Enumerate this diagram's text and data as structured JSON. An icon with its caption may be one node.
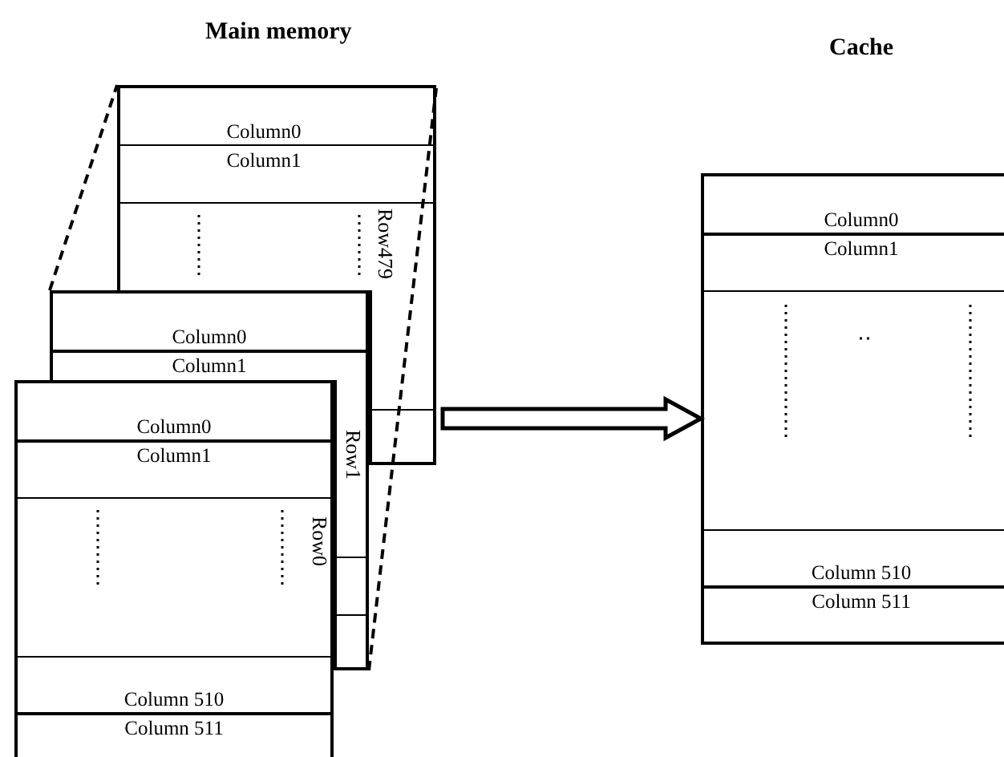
{
  "diagram": {
    "nodes": [
      {
        "text": [],
        "shape": "box"
      },
      {
        "text": [
          "Column0"
        ],
        "in": 0
      },
      {
        "text": [
          "Column1"
        ],
        "in": 0
      },
      {
        "text": [],
        "shape": "box"
      },
      {
        "text": [
          "Column0"
        ],
        "in": 3
      },
      {
        "text": [
          "Column1"
        ],
        "in": 3
      },
      {
        "text": [],
        "shape": "box"
      },
      {
        "text": [
          "Column0"
        ],
        "in": 6
      },
      {
        "text": [
          "Column1"
        ],
        "in": 6
      },
      {
        "text": [
          "Column 510"
        ],
        "in": 6
      },
      {
        "text": [
          "Column 511"
        ],
        "in": 6
      },
      {
        "text": [
          "Cache"
        ]
      },
      {
        "text": [
          "Column0"
        ],
        "in": 11
      },
      {
        "text": [
          "Column1"
        ],
        "in": 11
      },
      {
        "text": [
          "Column 510"
        ],
        "in": 11
      },
      {
        "text": [
          "Column 511"
        ],
        "in": 11
      },
      {
        "text": [
          "Row1"
        ]
      }
    ],
    "edges": [
      {
        "from": 3,
        "to": 0,
        "arrow": "none",
        "style": "dashed"
      },
      {
        "from": 16,
        "to": 0,
        "arrow": "none",
        "style": "dashed"
      },
      {
        "from": null,
        "to": 11,
        "arrow": "to",
        "style": "thick"
      }
    ],
    "labels": [
      "Main memory",
      "Row479",
      "Row0"
    ]
  }
}
